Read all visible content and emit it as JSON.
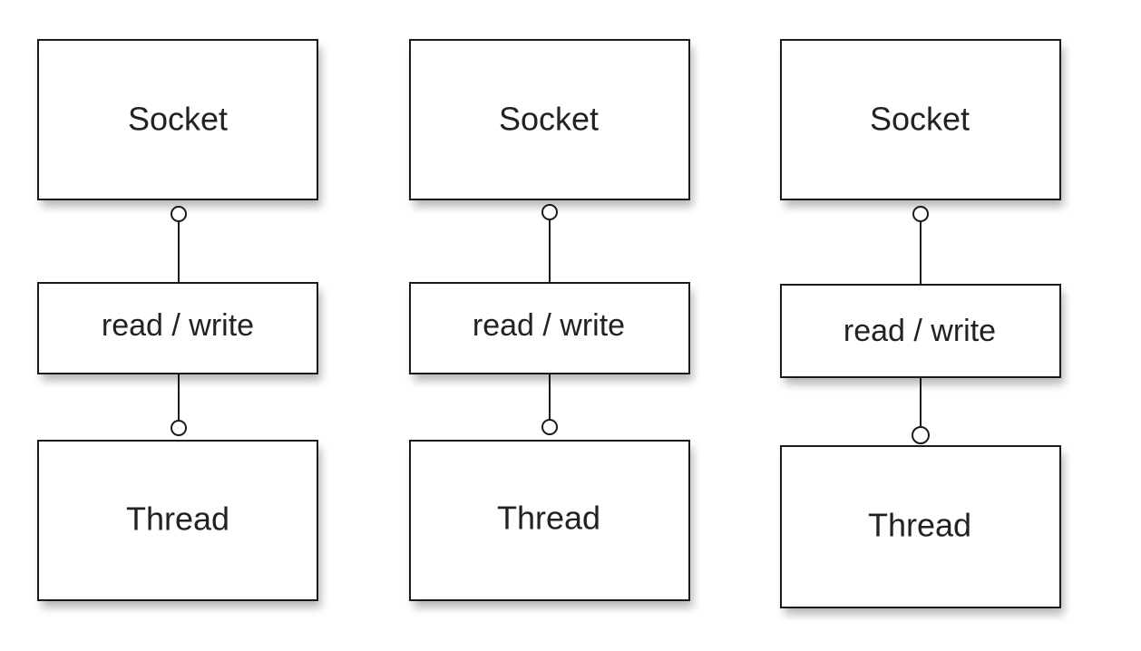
{
  "columns": [
    {
      "socket_label": "Socket",
      "io_label": "read / write",
      "thread_label": "Thread"
    },
    {
      "socket_label": "Socket",
      "io_label": "read / write",
      "thread_label": "Thread"
    },
    {
      "socket_label": "Socket",
      "io_label": "read / write",
      "thread_label": "Thread"
    }
  ]
}
